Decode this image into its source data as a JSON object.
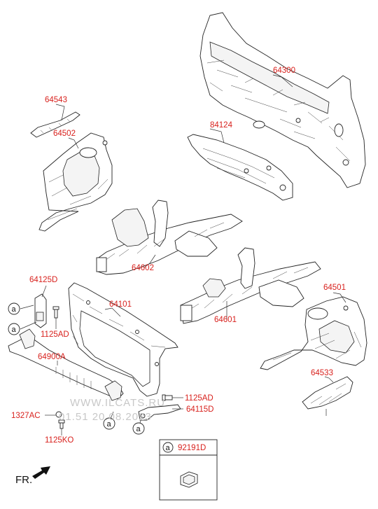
{
  "labels": {
    "p64300": "64300",
    "p84124": "84124",
    "p64543": "64543",
    "p64502": "64502",
    "p64602": "64602",
    "p64125D": "64125D",
    "p64101": "64101",
    "p64601": "64601",
    "p64501": "64501",
    "p1125AD_left": "1125AD",
    "p64900A": "64900A",
    "p64533": "64533",
    "p1125AD_right": "1125AD",
    "p64115D": "64115D",
    "p1327AC": "1327AC",
    "p1125KO": "1125KO",
    "p92191D": "92191D"
  },
  "callout_letter": "a",
  "front_marker": "FR.",
  "watermark": {
    "line1": "WWW.ILCATS.RU",
    "line2": "01.51 20.08.2023"
  },
  "colors": {
    "label": "#d8211d",
    "line": "#222222"
  }
}
